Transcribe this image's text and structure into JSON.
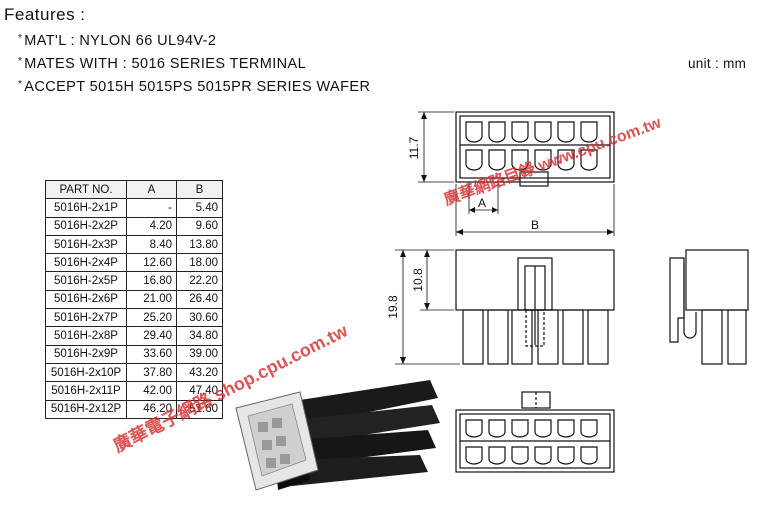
{
  "features": {
    "title": "Features :",
    "items": [
      "MAT'L : NYLON 66 UL94V-2",
      "MATES WITH : 5016 SERIES TERMINAL",
      "ACCEPT 5015H 5015PS 5015PR SERIES WAFER"
    ],
    "bullet": "*"
  },
  "unit": "unit : mm",
  "table": {
    "headers": [
      "PART NO.",
      "A",
      "B"
    ],
    "rows": [
      [
        "5016H-2x1P",
        "-",
        "5.40"
      ],
      [
        "5016H-2x2P",
        "4.20",
        "9.60"
      ],
      [
        "5016H-2x3P",
        "8.40",
        "13.80"
      ],
      [
        "5016H-2x4P",
        "12.60",
        "18.00"
      ],
      [
        "5016H-2x5P",
        "16.80",
        "22.20"
      ],
      [
        "5016H-2x6P",
        "21.00",
        "26.40"
      ],
      [
        "5016H-2x7P",
        "25.20",
        "30.60"
      ],
      [
        "5016H-2x8P",
        "29.40",
        "34.80"
      ],
      [
        "5016H-2x9P",
        "33.60",
        "39.00"
      ],
      [
        "5016H-2x10P",
        "37.80",
        "43.20"
      ],
      [
        "5016H-2x11P",
        "42.00",
        "47.40"
      ],
      [
        "5016H-2x12P",
        "46.20",
        "51.60"
      ]
    ]
  },
  "dimensions": {
    "h_top": "11.7",
    "a_label": "A",
    "b_label": "B",
    "h_front": "10.8",
    "h_total": "19.8"
  },
  "watermark": {
    "text_main": "廣華電子網路 shop.cpu.com.tw",
    "text_upper": "廣華網路目錄 www.cpu.com.tw",
    "color": "#d62a2a"
  }
}
